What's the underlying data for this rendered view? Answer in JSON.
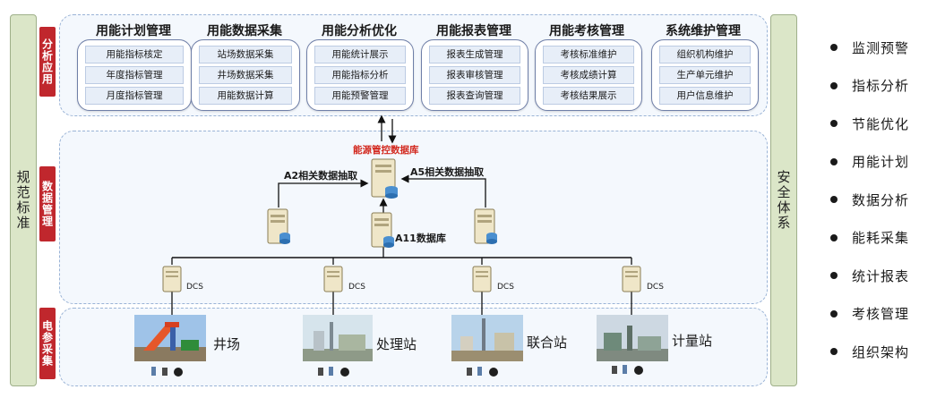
{
  "side": {
    "left_label": "规范标准",
    "right_label": "安全体系"
  },
  "layers": {
    "analysis": "分析应用",
    "data": "数据管理",
    "collection": "电参采集"
  },
  "groups": [
    {
      "title": "用能计划管理",
      "items": [
        "用能指标核定",
        "年度指标管理",
        "月度指标管理"
      ]
    },
    {
      "title": "用能数据采集",
      "items": [
        "站场数据采集",
        "井场数据采集",
        "用能数据计算"
      ]
    },
    {
      "title": "用能分析优化",
      "items": [
        "用能统计展示",
        "用能指标分析",
        "用能预警管理"
      ]
    },
    {
      "title": "用能报表管理",
      "items": [
        "报表生成管理",
        "报表审核管理",
        "报表查询管理"
      ]
    },
    {
      "title": "用能考核管理",
      "items": [
        "考核标准维护",
        "考核成绩计算",
        "考核结果展示"
      ]
    },
    {
      "title": "系统维护管理",
      "items": [
        "组织机构维护",
        "生产单元维护",
        "用户信息维护"
      ]
    }
  ],
  "data_layer": {
    "db_label": "能源管控数据库",
    "a2_label": "A2相关数据抽取",
    "a5_label": "A5相关数据抽取",
    "a11_label": "A11数据库",
    "dcs_label": "DCS"
  },
  "sites": [
    "井场",
    "处理站",
    "联合站",
    "计量站"
  ],
  "features": [
    "监测预警",
    "指标分析",
    "节能优化",
    "用能计划",
    "数据分析",
    "能耗采集",
    "统计报表",
    "考核管理",
    "组织架构"
  ],
  "colors": {
    "layer_tag": "#c0272d",
    "db_label": "#d2281e",
    "side_column": "#dbe6c8",
    "item_fill": "#e7eef8"
  }
}
